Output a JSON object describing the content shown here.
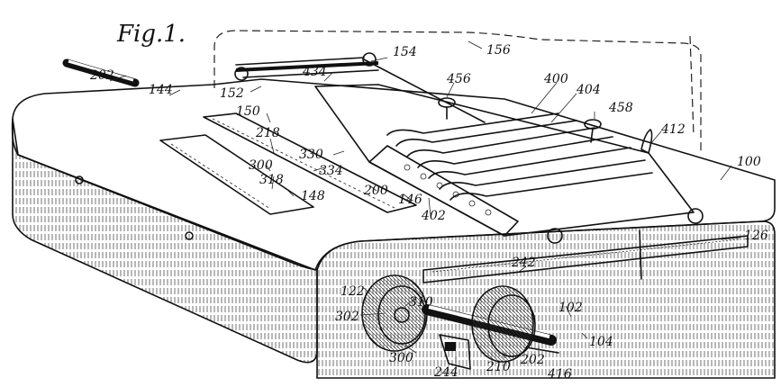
{
  "figure": {
    "title": "Fig.1.",
    "labels": [
      {
        "id": "202a",
        "text": "202"
      },
      {
        "id": "144",
        "text": "144"
      },
      {
        "id": "154",
        "text": "154"
      },
      {
        "id": "156",
        "text": "156"
      },
      {
        "id": "152",
        "text": "152"
      },
      {
        "id": "434",
        "text": "434"
      },
      {
        "id": "456",
        "text": "456"
      },
      {
        "id": "400",
        "text": "400"
      },
      {
        "id": "404",
        "text": "404"
      },
      {
        "id": "458",
        "text": "458"
      },
      {
        "id": "150",
        "text": "150"
      },
      {
        "id": "412",
        "text": "412"
      },
      {
        "id": "218",
        "text": "218"
      },
      {
        "id": "100",
        "text": "100"
      },
      {
        "id": "330",
        "text": "330"
      },
      {
        "id": "300a",
        "text": "300"
      },
      {
        "id": "334",
        "text": "334"
      },
      {
        "id": "318",
        "text": "318"
      },
      {
        "id": "148",
        "text": "148"
      },
      {
        "id": "200",
        "text": "200"
      },
      {
        "id": "146",
        "text": "146"
      },
      {
        "id": "402",
        "text": "402"
      },
      {
        "id": "126",
        "text": "126"
      },
      {
        "id": "242",
        "text": "242"
      },
      {
        "id": "310",
        "text": "310"
      },
      {
        "id": "102",
        "text": "102"
      },
      {
        "id": "122",
        "text": "122"
      },
      {
        "id": "302",
        "text": "302"
      },
      {
        "id": "104",
        "text": "104"
      },
      {
        "id": "300b",
        "text": "300"
      },
      {
        "id": "244",
        "text": "244"
      },
      {
        "id": "210",
        "text": "210"
      },
      {
        "id": "202b",
        "text": "202"
      },
      {
        "id": "416",
        "text": "416"
      }
    ]
  }
}
